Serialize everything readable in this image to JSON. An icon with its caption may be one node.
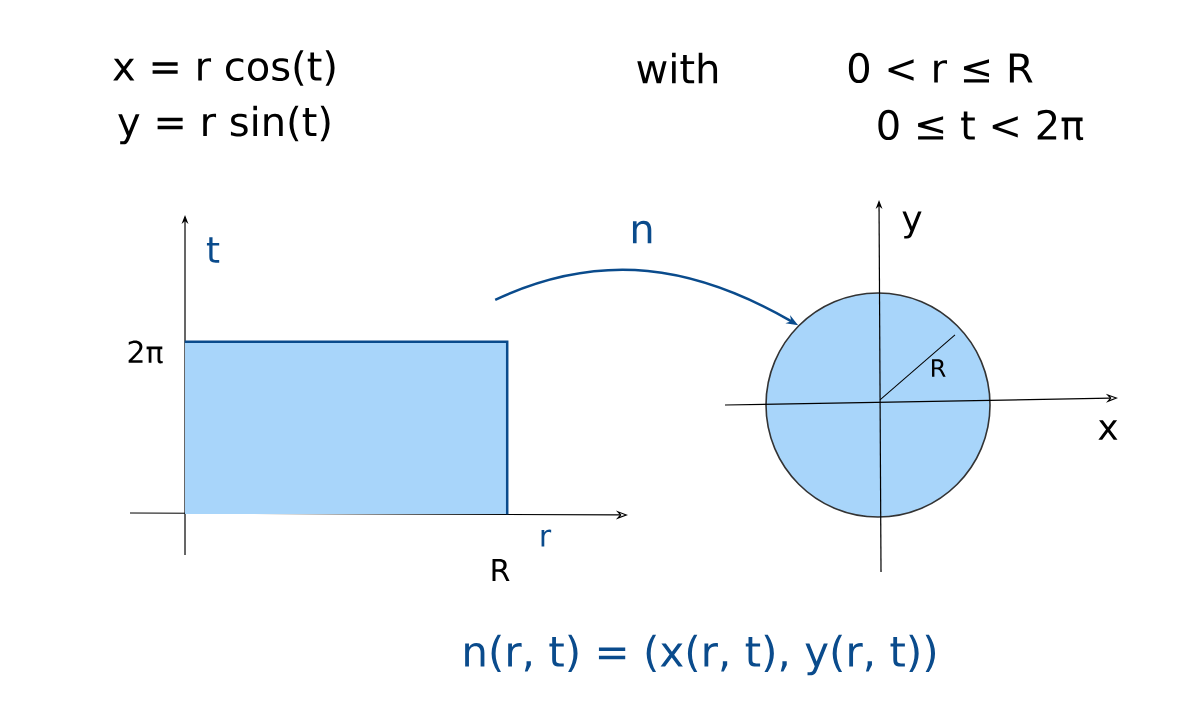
{
  "diagram": {
    "nodes": [
      {
        "text": [],
        "shape": "box"
      },
      {
        "text": [],
        "shape": "circle"
      }
    ],
    "edges": [
      {
        "from": 0,
        "to": 1,
        "arrow": "to",
        "label": "n"
      }
    ],
    "labels": [
      "x = r cos(t)",
      "with",
      "0 < r ≤ R",
      "y = r sin(t)",
      "0 ≤ t < 2π",
      "t",
      "y",
      "2π",
      "R",
      "x",
      "R",
      "r",
      "n(r, t) = (x(r, t), y(r, t))"
    ]
  }
}
